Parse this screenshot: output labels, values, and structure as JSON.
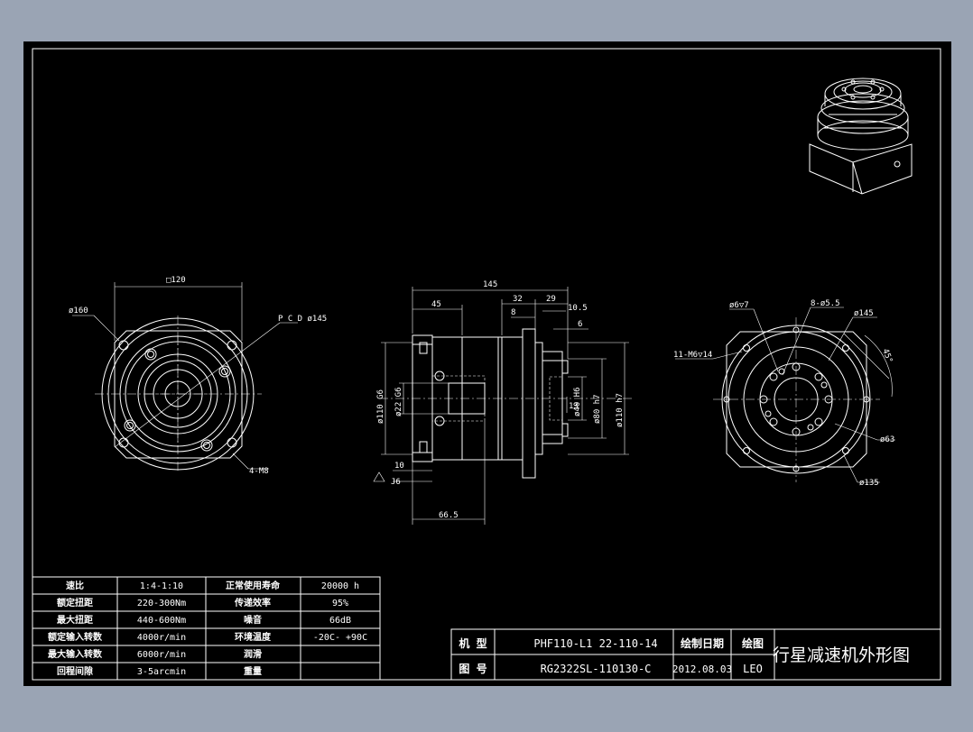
{
  "colors": {
    "background": "#9aa4b4",
    "sheet": "#000000",
    "ink": "#ffffff"
  },
  "front_view": {
    "dim_square": "□120",
    "dim_dia": "ø160",
    "dim_pcd": "P C D ø145",
    "dim_holes": "4-M8"
  },
  "side_view": {
    "dim_total": "145",
    "dim_45": "45",
    "dim_32": "32",
    "dim_29": "29",
    "dim_8": "8",
    "dim_10_5": "10.5",
    "dim_6": "6",
    "dim_110_g6": "ø110 G6",
    "dim_22_g6": "ø22 G6",
    "dim_40_h6": "ø40 H6",
    "dim_80_h7": "ø80 h7",
    "dim_110_h7": "ø110 h7",
    "dim_13": "13",
    "dim_10": "10",
    "dim_j6": "J6",
    "dim_66_5": "66.5"
  },
  "output_view": {
    "dim_6t7": "ø6▽7",
    "dim_8_holes": "8-ø5.5",
    "dim_145": "ø145",
    "dim_11_m6": "11-M6▽14",
    "dim_45deg": "45°",
    "dim_63": "ø63",
    "dim_135": "ø135"
  },
  "spec_table": {
    "rows": [
      [
        "速比",
        "1:4-1:10",
        "正常使用寿命",
        "20000 h"
      ],
      [
        "额定扭距",
        "220-300Nm",
        "传递效率",
        "95%"
      ],
      [
        "最大扭距",
        "440-600Nm",
        "噪音",
        "66dB"
      ],
      [
        "额定输入转数",
        "4000r/min",
        "环境温度",
        "-20C- +90C"
      ],
      [
        "最大输入转数",
        "6000r/min",
        "润滑",
        ""
      ],
      [
        "回程间隙",
        "3-5arcmin",
        "重量",
        ""
      ]
    ]
  },
  "title_block": {
    "model_label": "机 型",
    "model_value": "PHF110-L1 22-110-14",
    "drawing_label": "图 号",
    "drawing_value": "RG2322SL-110130-C",
    "date_label": "绘制日期",
    "date_value": "2012.08.03",
    "drawer_label": "绘图",
    "drawer_value": "LEO",
    "title": "行星减速机外形图"
  }
}
